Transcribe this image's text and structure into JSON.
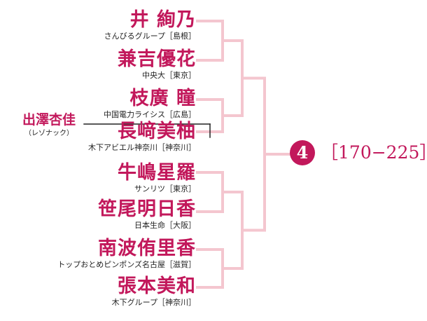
{
  "colors": {
    "accent": "#c2185b",
    "bracket_line": "#f4c6cf",
    "sub_line": "#222222",
    "text": "#222222"
  },
  "players": [
    {
      "name": "井 絢乃",
      "affiliation": "さんびるグループ［島根］"
    },
    {
      "name": "兼吉優花",
      "affiliation": "中央大［東京］"
    },
    {
      "name": "枝廣 瞳",
      "affiliation": "中国電力ライシス［広島］"
    },
    {
      "name": "長﨑美柚",
      "affiliation": "木下アビエル神奈川［神奈川］"
    },
    {
      "name": "牛嶋星羅",
      "affiliation": "サンリツ［東京］"
    },
    {
      "name": "笹尾明日香",
      "affiliation": "日本生命［大阪］"
    },
    {
      "name": "南波侑里香",
      "affiliation": "トップおとめピンポンズ名古屋［滋賀］"
    },
    {
      "name": "張本美和",
      "affiliation": "木下グループ［神奈川］"
    }
  ],
  "substitute": {
    "name": "出澤杏佳",
    "affiliation": "（レゾナック）"
  },
  "seed": {
    "number": "4",
    "range_open": "［",
    "range": "170−225",
    "range_close": "］"
  }
}
